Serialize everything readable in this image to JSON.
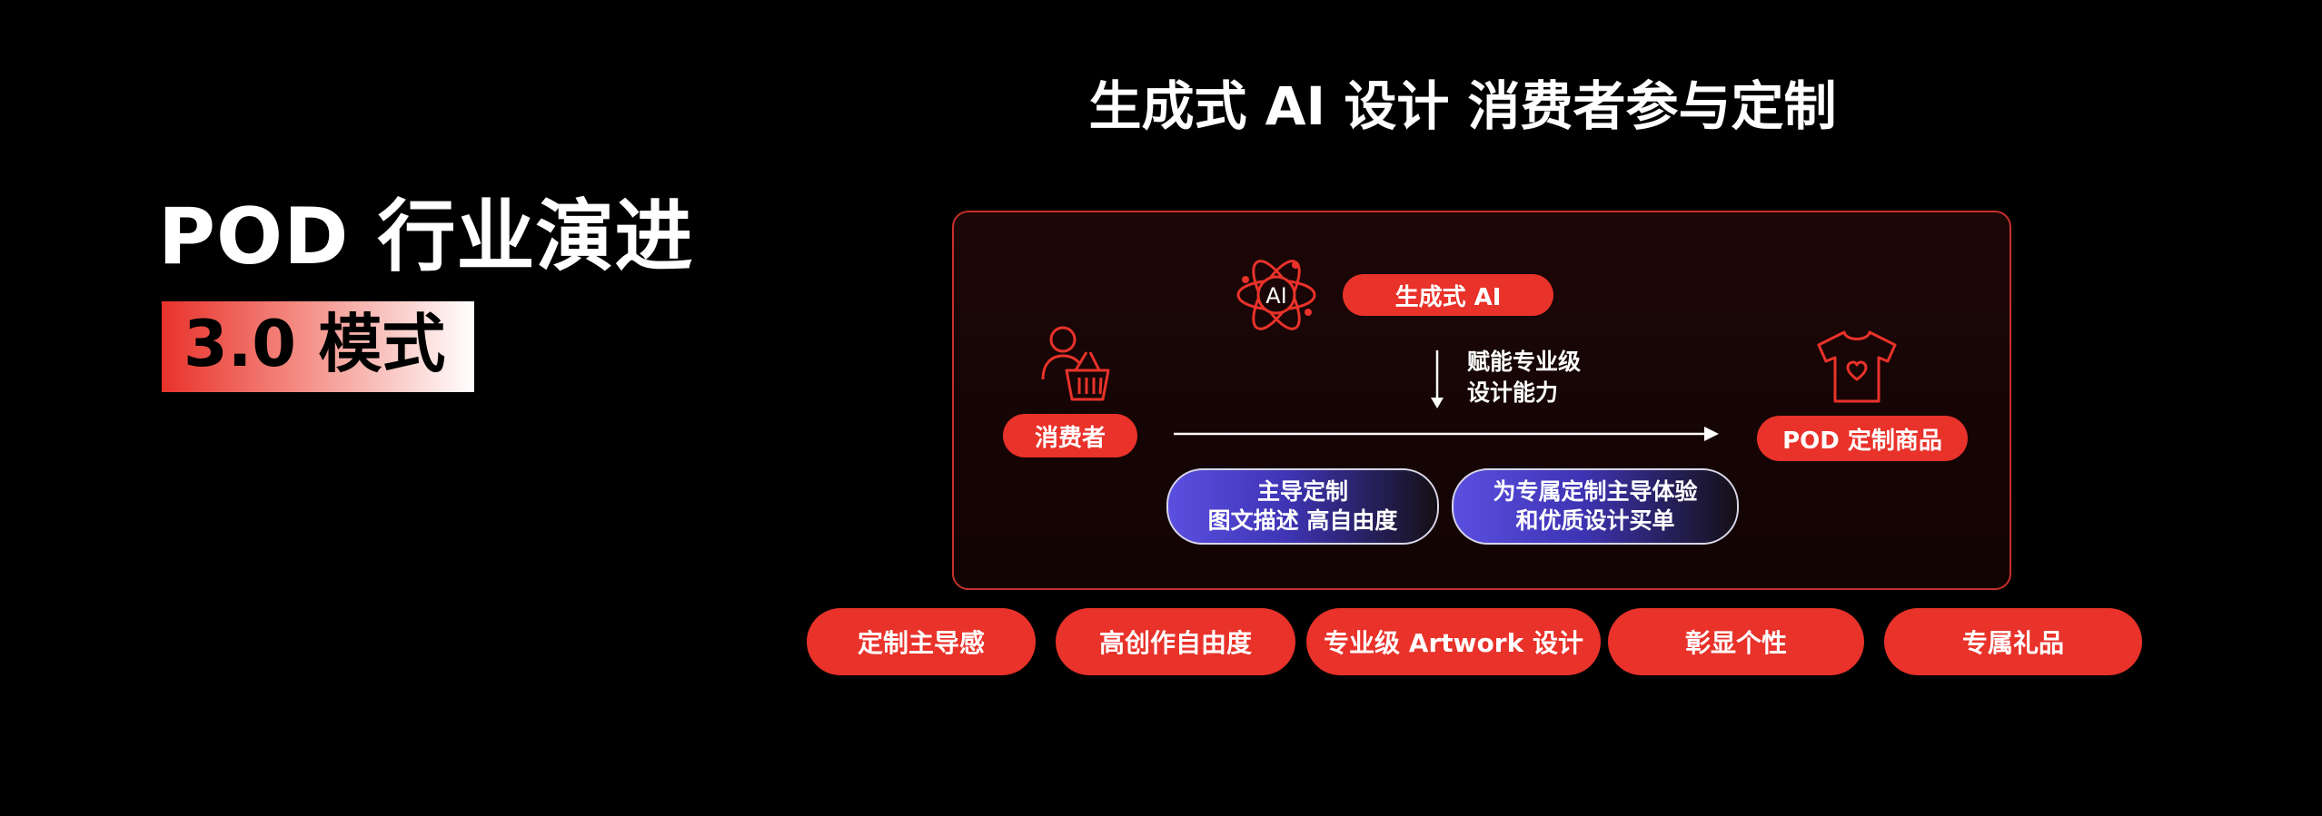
{
  "left": {
    "title": "POD 行业演进",
    "mode": "3.0 模式"
  },
  "main": {
    "title": "生成式 AI 设计 消费者参与定制",
    "ai_icon_text": "AI",
    "ai_label": "生成式 AI",
    "consumer_label": "消费者",
    "product_label": "POD 定制商品",
    "empower": [
      "赋能专业级",
      "设计能力"
    ],
    "lead": [
      "主导定制",
      "图文描述 高自由度"
    ],
    "experience": [
      "为专属定制主导体验",
      "和优质设计买单"
    ]
  },
  "features": [
    "定制主导感",
    "高创作自由度",
    "专业级 Artwork 设计",
    "彰显个性",
    "专属礼品"
  ],
  "colors": {
    "accent": "#e8322a",
    "background": "#000000",
    "panel_border": "#c7302b",
    "blue_start": "#5b4fe0"
  },
  "icons": [
    "atom-ai-icon",
    "consumer-basket-icon",
    "tshirt-heart-icon",
    "down-arrow-icon",
    "right-arrow-icon"
  ]
}
